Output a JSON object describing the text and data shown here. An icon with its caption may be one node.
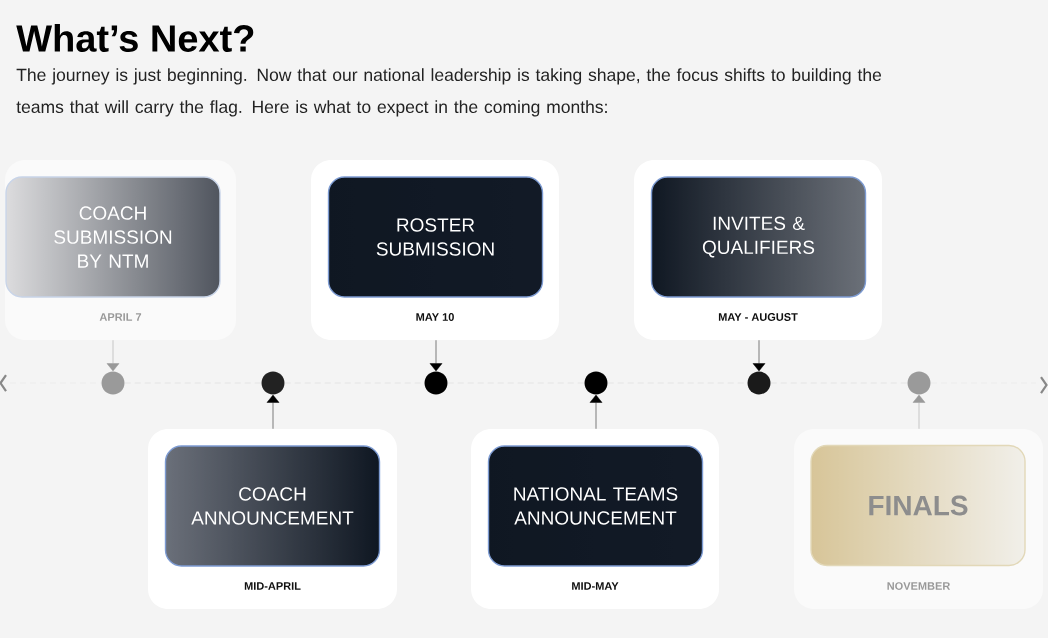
{
  "diagram": {
    "title": "What’s Next?",
    "nodes": [
      {
        "text": [
          "APRIL 7"
        ]
      },
      {
        "text": [
          "COACH SUBMISSION BY NTM"
        ],
        "in": 0
      },
      {
        "text": [
          "MID-APRIL"
        ]
      },
      {
        "text": [
          "COACH ANNOUNCEMENT"
        ],
        "in": 2
      },
      {
        "text": [
          "MAY 10"
        ]
      },
      {
        "text": [
          "ROSTER SUBMISSION"
        ],
        "in": 4
      },
      {
        "text": [
          "MID-MAY"
        ]
      },
      {
        "text": [
          "NATIONAL TEAMS ANNOUNCEMENT"
        ],
        "in": 6
      },
      {
        "text": [
          "MAY - AUGUST"
        ]
      },
      {
        "text": [
          "INVITES & QUALIFIERS"
        ],
        "in": 8
      },
      {
        "text": [
          "NOVEMBER"
        ]
      },
      {
        "text": [
          "FINALS"
        ],
        "in": 10
      },
      {
        "text": [],
        "shape": "circle"
      },
      {
        "text": [],
        "shape": "circle"
      },
      {
        "text": [],
        "shape": "circle"
      },
      {
        "text": [],
        "shape": "circle"
      },
      {
        "text": [],
        "shape": "circle"
      },
      {
        "text": [],
        "shape": "circle"
      }
    ],
    "edges": [
      {
        "from": 0,
        "to": 12,
        "arrow": "to",
        "color": "#999999"
      },
      {
        "from": 2,
        "to": 13,
        "arrow": "to",
        "color": "#000000"
      },
      {
        "from": 4,
        "to": 14,
        "arrow": "to",
        "color": "#000000"
      },
      {
        "from": 6,
        "to": 15,
        "arrow": "to",
        "color": "#000000"
      },
      {
        "from": 8,
        "to": 16,
        "arrow": "to",
        "color": "#000000"
      },
      {
        "from": 10,
        "to": 17,
        "arrow": "to",
        "color": "#999999"
      },
      {
        "from": 12,
        "to": 13,
        "arrow": "none",
        "style": "dashed",
        "color": "#cccccc"
      },
      {
        "from": 13,
        "to": 14,
        "arrow": "none",
        "style": "dashed",
        "color": "#cccccc"
      },
      {
        "from": 14,
        "to": 15,
        "arrow": "none",
        "style": "dashed",
        "color": "#cccccc"
      },
      {
        "from": 15,
        "to": 16,
        "arrow": "none",
        "style": "dashed",
        "color": "#cccccc"
      },
      {
        "from": 16,
        "to": 17,
        "arrow": "none",
        "style": "dashed",
        "color": "#cccccc"
      }
    ],
    "labels": [
      "The journey is just beginning. Now that our national leadership is taking shape, the focus shifts to building the teams that will carry the flag. Here is what to expect in the coming months:"
    ]
  }
}
